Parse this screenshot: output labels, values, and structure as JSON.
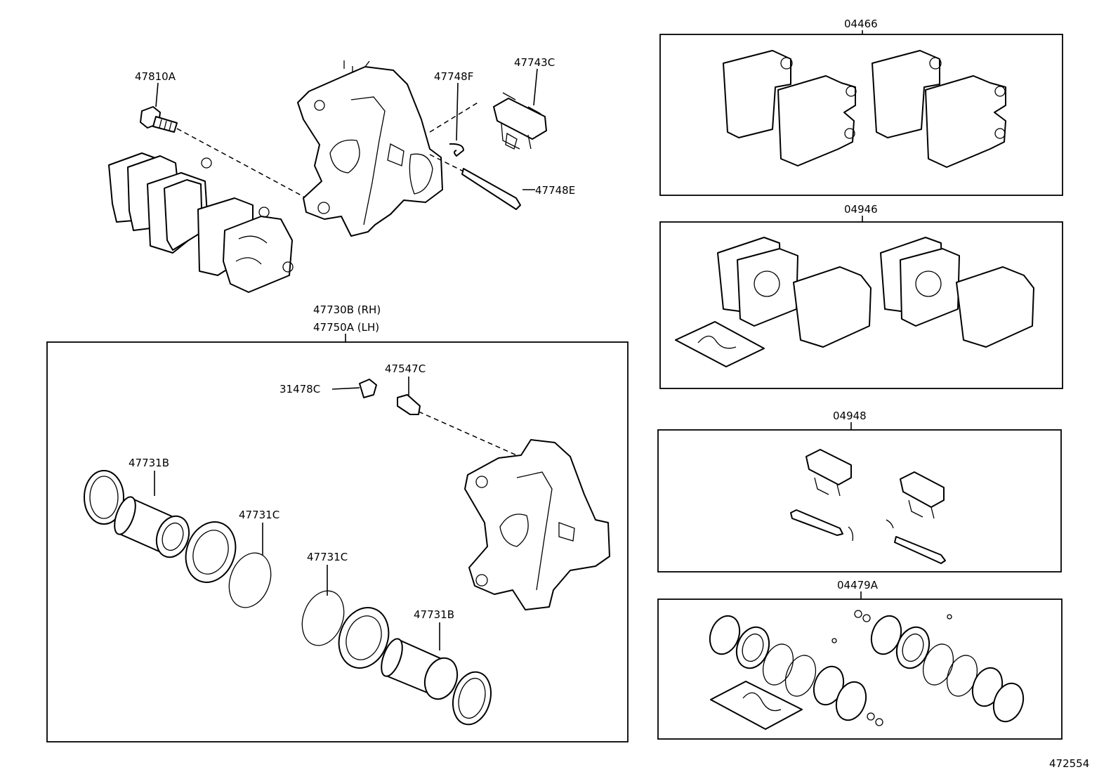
{
  "labels": {
    "bolt": "47810A",
    "pin_clip": "47748F",
    "support_plate": "47743C",
    "pad_pin": "47748E",
    "caliper_rh": "47730B (RH)",
    "caliper_lh": "47750A (LH)",
    "bleeder_cap": "31478C",
    "bleeder_plug": "47547C",
    "piston_left": "47731B",
    "seal_ring_left": "47731C",
    "seal_ring_mid": "47731C",
    "piston_right": "47731B"
  },
  "kits": {
    "pad_kit": "04466",
    "anti_squeal_kit": "04946",
    "fitting_kit": "04948",
    "cylinder_kit": "04479A"
  },
  "figure_id": "472554"
}
